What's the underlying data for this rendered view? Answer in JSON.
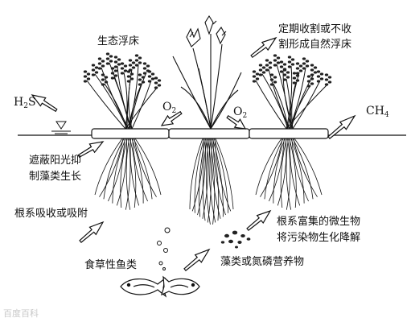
{
  "labels": {
    "eco_bed": "生态浮床",
    "harvest_line1": "定期收割或不收",
    "harvest_line2": "割形成自然浮床",
    "shade_line1": "遮蔽阳光抑",
    "shade_line2": "制藻类生长",
    "root_absorb": "根系吸收或吸附",
    "microbe_line1": "根系富集的微生物",
    "microbe_line2": "将污染物生化降解",
    "herbivore_fish": "食草性鱼类",
    "algae_nutrients": "藻类或氮磷营养物"
  },
  "chem": {
    "h2s_base": "H",
    "h2s_sub": "2",
    "h2s_tail": "S",
    "o2_left_base": "O",
    "o2_left_sub": "2",
    "o2_right_base": "O",
    "o2_right_sub": "2",
    "ch4_base": "CH",
    "ch4_sub": "4"
  },
  "watermark": "百度百科",
  "colors": {
    "ink": "#111111",
    "fish_fill": "#ffffff"
  },
  "icons": [
    "water-level-icon",
    "iris-flower-icon",
    "fish-icon",
    "arrow-icon"
  ]
}
